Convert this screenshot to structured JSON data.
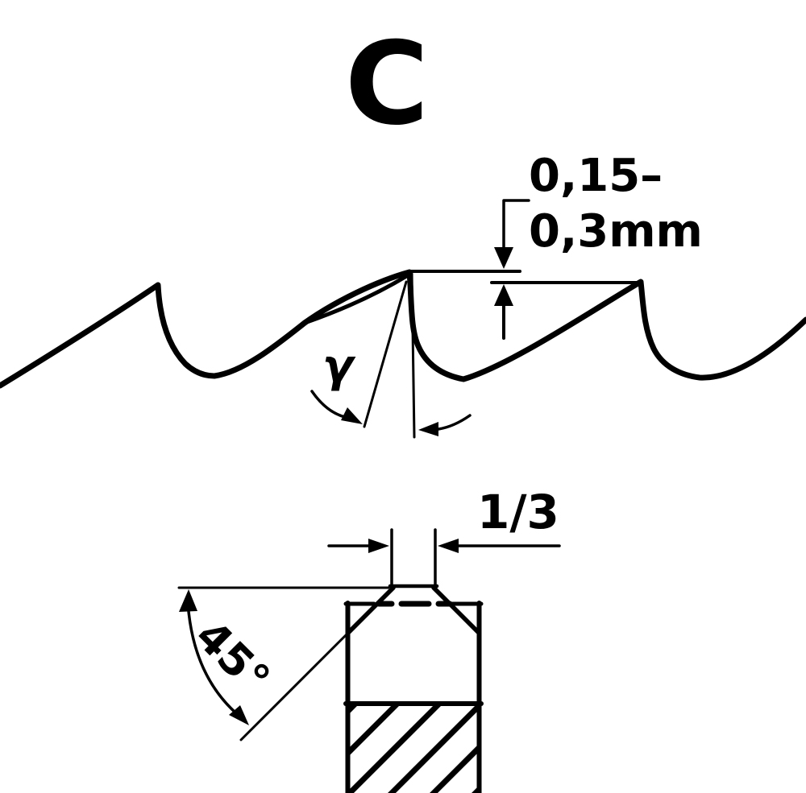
{
  "figure": {
    "profile_letter": "C",
    "ink_color": "#000000",
    "background_color": "#ffffff"
  },
  "side_view": {
    "tip_height_label_line1": "0,15–",
    "tip_height_label_line2": "0,3mm",
    "rake_angle_symbol": "γ"
  },
  "front_view": {
    "tip_flat_width_label": "1/3",
    "chamfer_angle_label": "45°"
  }
}
